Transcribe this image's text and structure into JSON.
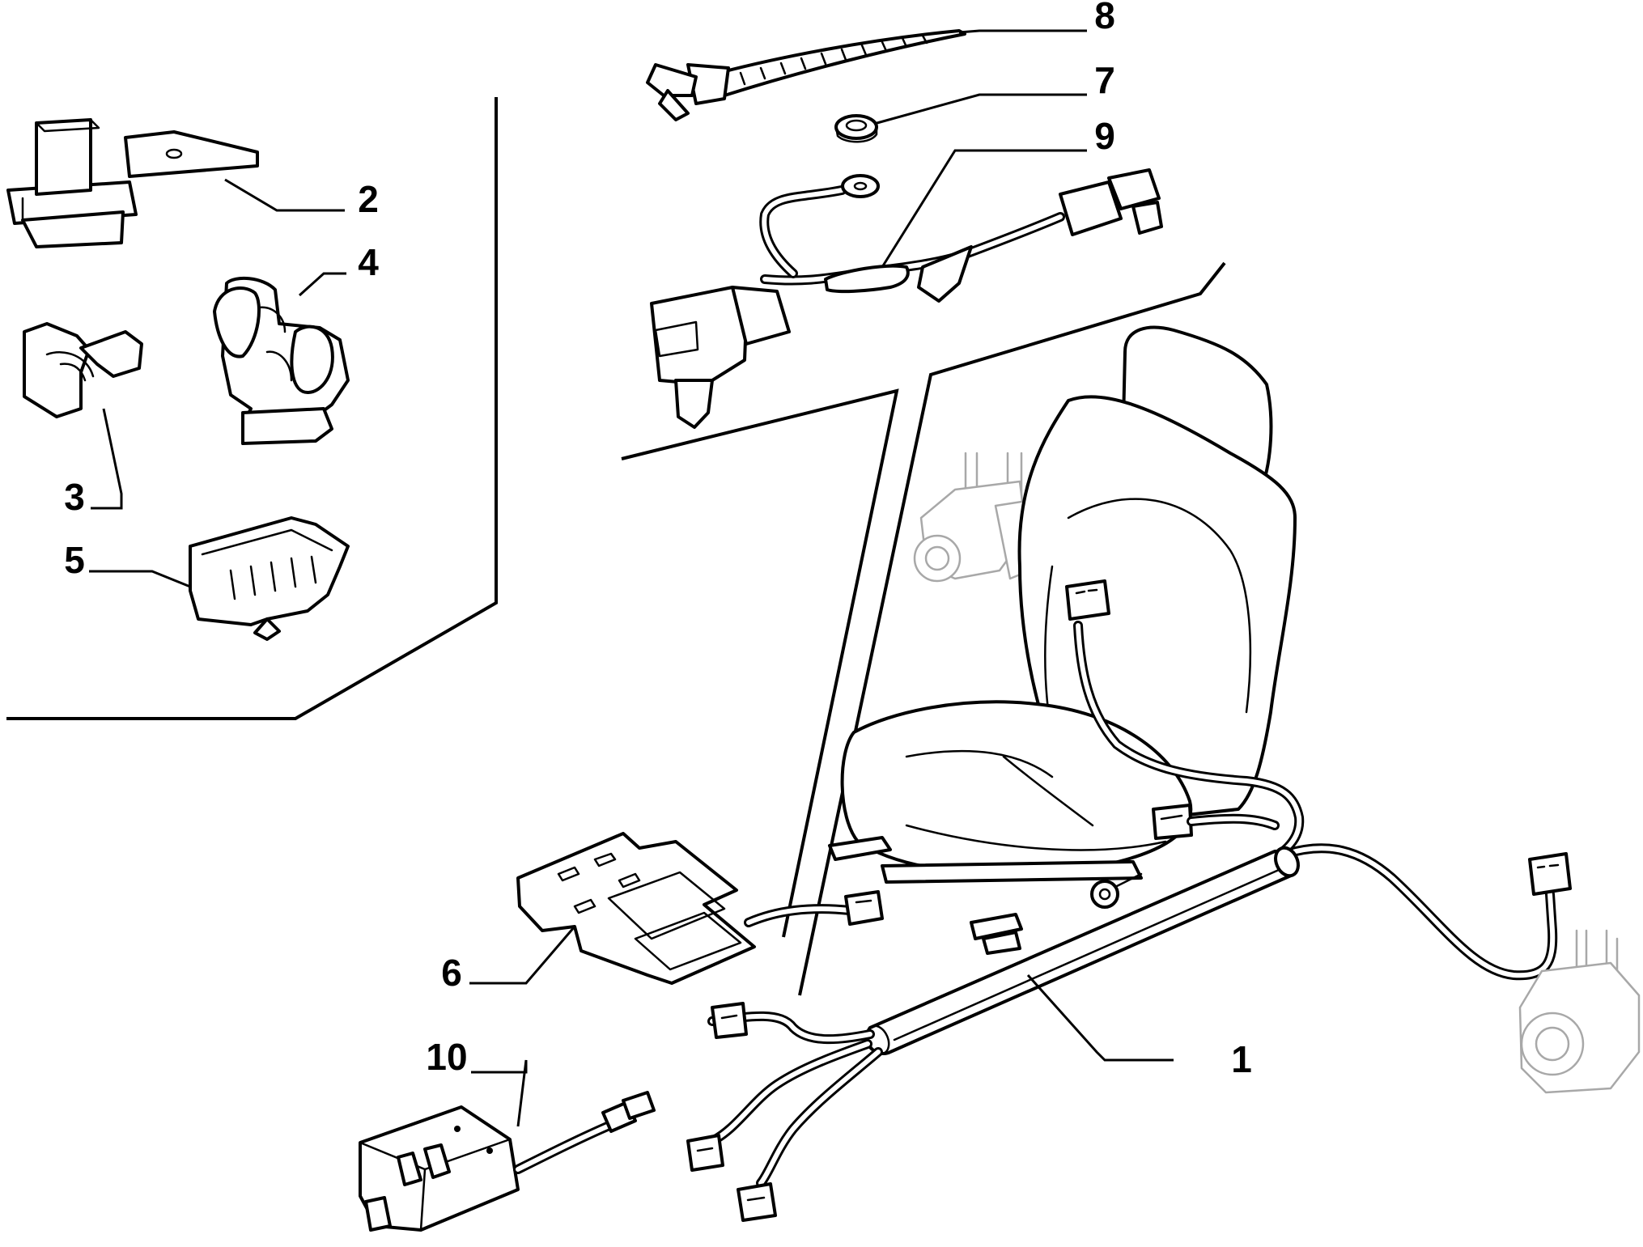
{
  "diagram": {
    "callouts": {
      "c1": "1",
      "c2": "2",
      "c3": "3",
      "c4": "4",
      "c5": "5",
      "c6": "6",
      "c7": "7",
      "c8": "8",
      "c9": "9",
      "c10": "10"
    },
    "colors": {
      "line": "#000000",
      "ghost_line": "#a8a8a8",
      "background": "#ffffff"
    }
  }
}
